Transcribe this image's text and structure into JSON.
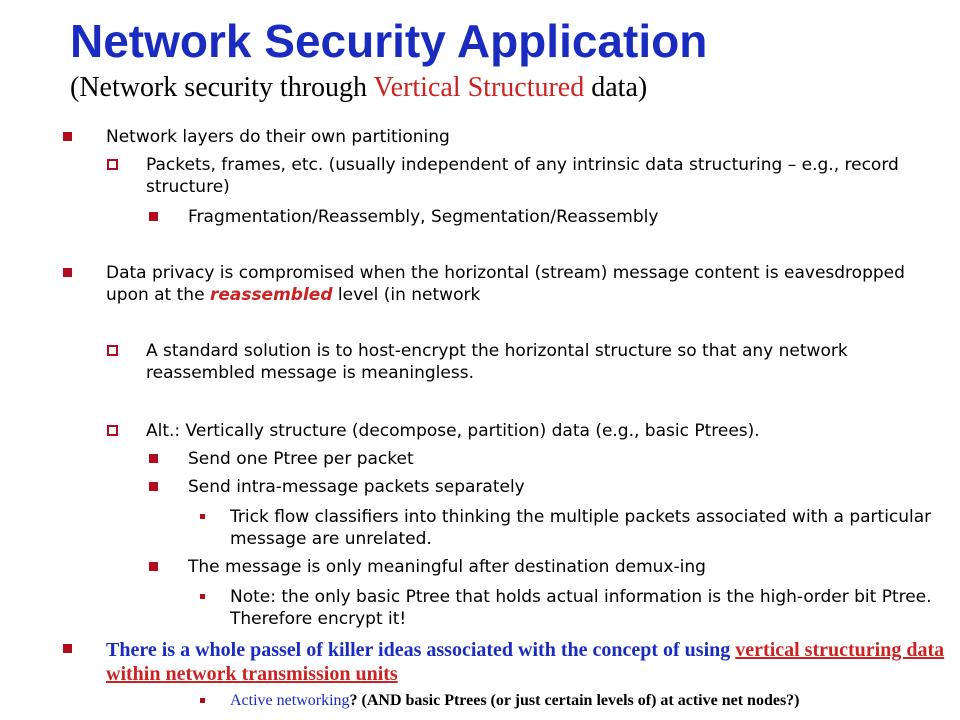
{
  "title": "Network Security Application",
  "subtitle": {
    "pre": "(Network security through ",
    "highlight": "Vertical Structured",
    "post": " data)"
  },
  "bullets": {
    "b1": "Network layers do their own partitioning",
    "b1_1": "Packets, frames, etc.  (usually independent of any intrinsic data structuring – e.g., record structure)",
    "b1_1_1": "Fragmentation/Reassembly, Segmentation/Reassembly",
    "b2_pre": "Data privacy is compromised when the horizontal (stream) message content is eavesdropped upon at the ",
    "b2_em": "reassembled",
    "b2_post": " level (in network",
    "b2_1": "A standard solution is to host-encrypt the horizontal structure so that any network reassembled message is meaningless.",
    "b2_2": "Alt.: Vertically structure (decompose, partition) data (e.g., basic Ptrees).",
    "b2_2_1": "Send one Ptree per packet",
    "b2_2_2": "Send intra-message packets separately",
    "b2_2_2_1": "Trick flow classifiers into thinking the multiple packets associated with a particular message are unrelated.",
    "b2_2_3": "The message is only meaningful after destination demux-ing",
    "b2_2_3_1": "Note: the only basic Ptree that holds actual information is the high-order bit Ptree.  Therefore encrypt it!",
    "b3_pre": "There is a whole passel of killer ideas associated with the concept of using ",
    "b3_link": "vertical structuring data within network transmission units",
    "b3_1_pre": "Active networking",
    "b3_1_post": "? (AND basic Ptrees (or just certain levels of) at active net nodes?)"
  },
  "colors": {
    "title": "#1a2cc0",
    "accent_red": "#cc2222",
    "bullet": "#b10c1e"
  }
}
